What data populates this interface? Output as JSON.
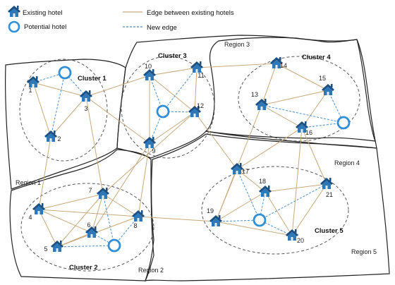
{
  "legend": {
    "existing_hotel": "Existing hotel",
    "potential_hotel": "Potential hotel",
    "existing_edge": "Edge between existing hotels",
    "new_edge": "New edge"
  },
  "colors": {
    "hotel_blue": "#2e78b8",
    "hotel_dark": "#1c4f82",
    "potential_ring": "#2f8fd8",
    "existing_edge": "#c8a87a",
    "new_edge": "#4a90d0",
    "region_border": "#222222",
    "cluster_border": "#555555"
  },
  "regions": [
    "Region 1",
    "Region 2",
    "Region 3",
    "Region 4",
    "Region 5"
  ],
  "clusters": [
    "Cluster 1",
    "Cluster 2",
    "Cluster 3",
    "Cluster 4",
    "Cluster 5"
  ],
  "hotels": [
    {
      "id": "1",
      "label": "1"
    },
    {
      "id": "2",
      "label": "2"
    },
    {
      "id": "3",
      "label": "3"
    },
    {
      "id": "4",
      "label": "4"
    },
    {
      "id": "5",
      "label": "5"
    },
    {
      "id": "6",
      "label": "6"
    },
    {
      "id": "7",
      "label": "7"
    },
    {
      "id": "8",
      "label": "8"
    },
    {
      "id": "9",
      "label": "9"
    },
    {
      "id": "10",
      "label": "10"
    },
    {
      "id": "11",
      "label": "11"
    },
    {
      "id": "12",
      "label": "12"
    },
    {
      "id": "13",
      "label": "13"
    },
    {
      "id": "14",
      "label": "14"
    },
    {
      "id": "15",
      "label": "15"
    },
    {
      "id": "16",
      "label": "16"
    },
    {
      "id": "17",
      "label": "17"
    },
    {
      "id": "18",
      "label": "18"
    },
    {
      "id": "19",
      "label": "19"
    },
    {
      "id": "20",
      "label": "20"
    },
    {
      "id": "21",
      "label": "21"
    }
  ],
  "potential": [
    "P1",
    "P2",
    "P3",
    "P4",
    "P5"
  ],
  "existing_edges": [
    [
      "1",
      "3"
    ],
    [
      "1",
      "2"
    ],
    [
      "2",
      "3"
    ],
    [
      "3",
      "9"
    ],
    [
      "3",
      "10"
    ],
    [
      "3",
      "7"
    ],
    [
      "2",
      "4"
    ],
    [
      "10",
      "11"
    ],
    [
      "10",
      "12"
    ],
    [
      "10",
      "9"
    ],
    [
      "11",
      "14"
    ],
    [
      "11",
      "12"
    ],
    [
      "12",
      "9"
    ],
    [
      "12",
      "17"
    ],
    [
      "12",
      "7"
    ],
    [
      "9",
      "8"
    ],
    [
      "9",
      "6"
    ],
    [
      "14",
      "15"
    ],
    [
      "14",
      "13"
    ],
    [
      "13",
      "16"
    ],
    [
      "13",
      "15"
    ],
    [
      "16",
      "15"
    ],
    [
      "16",
      "17"
    ],
    [
      "16",
      "20"
    ],
    [
      "16",
      "21"
    ],
    [
      "13",
      "19"
    ],
    [
      "7",
      "4"
    ],
    [
      "7",
      "5"
    ],
    [
      "7",
      "6"
    ],
    [
      "7",
      "8"
    ],
    [
      "4",
      "5"
    ],
    [
      "4",
      "6"
    ],
    [
      "4",
      "8"
    ],
    [
      "5",
      "6"
    ],
    [
      "5",
      "8"
    ],
    [
      "8",
      "19"
    ],
    [
      "17",
      "18"
    ],
    [
      "17",
      "19"
    ],
    [
      "18",
      "19"
    ],
    [
      "18",
      "20"
    ],
    [
      "18",
      "21"
    ],
    [
      "19",
      "20"
    ],
    [
      "20",
      "21"
    ]
  ],
  "new_edges": [
    [
      "1",
      "P1"
    ],
    [
      "3",
      "P1"
    ],
    [
      "2",
      "P1"
    ],
    [
      "10",
      "P3"
    ],
    [
      "11",
      "P3"
    ],
    [
      "12",
      "P3"
    ],
    [
      "9",
      "P3"
    ],
    [
      "13",
      "P4"
    ],
    [
      "15",
      "P4"
    ],
    [
      "16",
      "P4"
    ],
    [
      "7",
      "P2"
    ],
    [
      "6",
      "P2"
    ],
    [
      "5",
      "P2"
    ],
    [
      "8",
      "P2"
    ],
    [
      "17",
      "P5"
    ],
    [
      "18",
      "P5"
    ],
    [
      "19",
      "P5"
    ],
    [
      "20",
      "P5"
    ],
    [
      "21",
      "P5"
    ]
  ]
}
